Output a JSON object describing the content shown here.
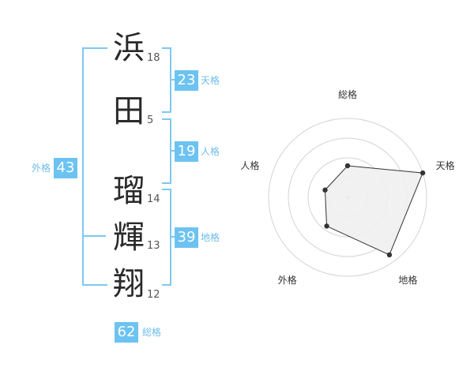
{
  "name_chars": [
    {
      "char": "浜",
      "strokes": "18"
    },
    {
      "char": "田",
      "strokes": "5"
    },
    {
      "char": "瑠",
      "strokes": "14"
    },
    {
      "char": "輝",
      "strokes": "13"
    },
    {
      "char": "翔",
      "strokes": "12"
    }
  ],
  "kakusu": {
    "tenkaku": {
      "value": "23",
      "label": "天格"
    },
    "jinkaku": {
      "value": "19",
      "label": "人格"
    },
    "chikaku": {
      "value": "39",
      "label": "地格"
    },
    "gaikaku": {
      "value": "43",
      "label": "外格"
    },
    "soukaku": {
      "value": "62",
      "label": "総格"
    }
  },
  "colors": {
    "badge": "#6cc3f1",
    "bracket": "#7ec8f0",
    "label": "#6cbde8",
    "radar_fill": "#efefef",
    "radar_stroke": "#333333"
  },
  "chart_data": {
    "type": "radar",
    "axes": [
      "総格",
      "天格",
      "地格",
      "外格",
      "人格"
    ],
    "values": [
      0.4,
      1.0,
      0.9,
      0.45,
      0.3
    ],
    "rings": 4
  }
}
